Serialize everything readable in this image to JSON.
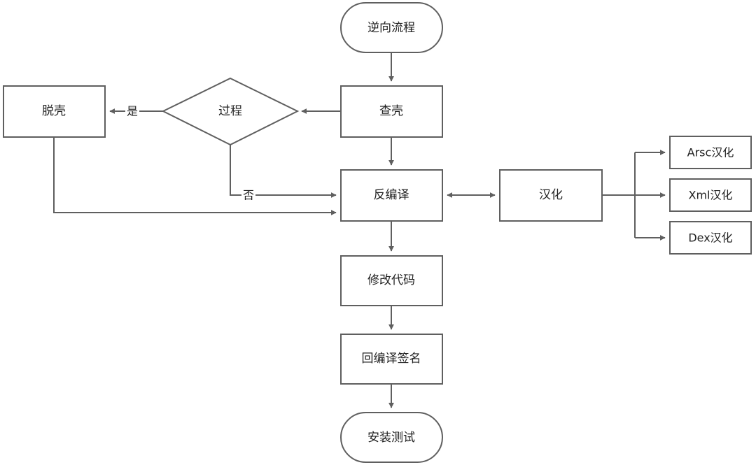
{
  "nodes": {
    "start": "逆向流程",
    "check_shell": "查壳",
    "process": "过程",
    "unpack": "脱壳",
    "decompile": "反编译",
    "localize": "汉化",
    "arsc": "Arsc汉化",
    "xml": "Xml汉化",
    "dex": "Dex汉化",
    "modify_code": "修改代码",
    "recompile_sign": "回编译签名",
    "install_test": "安装测试"
  },
  "edges": {
    "yes": "是",
    "no": "否"
  },
  "colors": {
    "stroke": "#5f5f5f",
    "text": "#222222",
    "background": "#ffffff"
  }
}
